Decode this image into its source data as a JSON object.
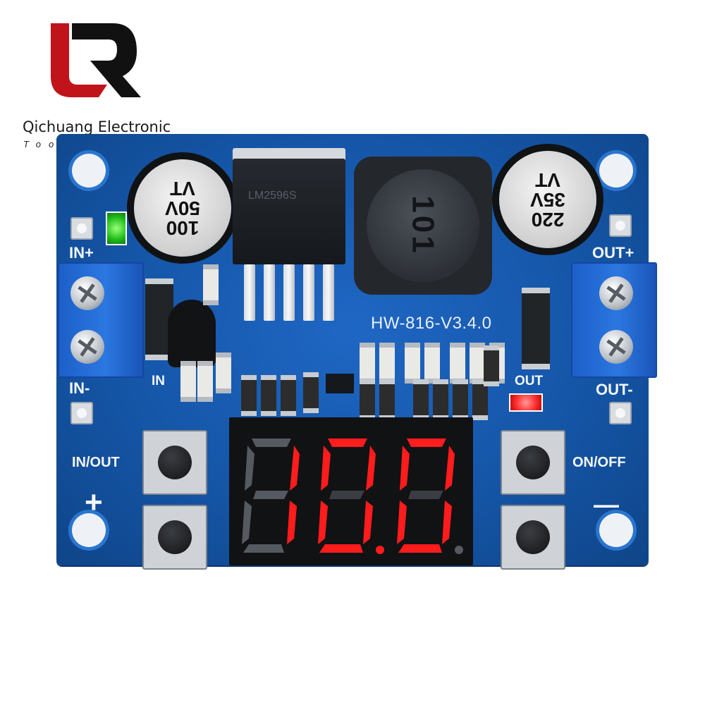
{
  "brand": {
    "name": "Qichuang Electronic",
    "subtitle": "Tool Store",
    "logo_text": "Q",
    "colors": {
      "primary": "#c0141a",
      "dark": "#111111"
    }
  },
  "board": {
    "model": "HW-816-V3.4.0",
    "labels": {
      "in_plus": "IN+",
      "in_minus": "IN-",
      "out_plus": "OUT+",
      "out_minus": "OUT-",
      "in_led": "IN",
      "out_led": "OUT",
      "in_out_button": "IN/OUT",
      "on_off_button": "ON/OFF",
      "plus": "+",
      "minus": "—"
    },
    "input_capacitor": {
      "lines": [
        "100",
        "50V",
        "VT"
      ]
    },
    "output_capacitor": {
      "lines": [
        "220",
        "35V",
        "VT"
      ]
    },
    "inductor_marking": "101",
    "ic_marking": "LM2596S",
    "display_reading": "10.0",
    "colors": {
      "pcb": "#1556a8",
      "led_green": "#22c01c",
      "led_red": "#ff2a2a",
      "segment_on": "#ff1c1c"
    }
  }
}
